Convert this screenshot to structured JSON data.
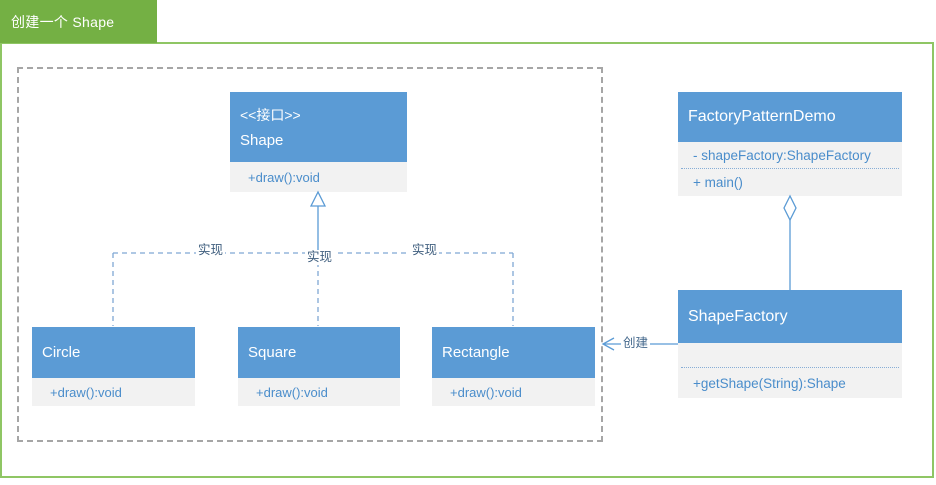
{
  "tab": {
    "title": "创建一个 Shape"
  },
  "colors": {
    "tab_green": "#74b044",
    "canvas_border_green": "#8fc664",
    "box_header_blue": "#5b9bd5",
    "box_body_gray": "#f2f2f2",
    "member_text_blue": "#4a8dcb",
    "connector_blue": "#5b9bd5",
    "dashed_connector_blue": "#7fa8d4",
    "group_border_gray": "#a6a6a6",
    "edge_label_color": "#3f5e7e"
  },
  "classes": {
    "shape": {
      "stereotype": "<<接口>>",
      "name": "Shape",
      "method": "+draw():void"
    },
    "circle": {
      "name": "Circle",
      "method": "+draw():void"
    },
    "square": {
      "name": "Square",
      "method": "+draw():void"
    },
    "rectangle": {
      "name": "Rectangle",
      "method": "+draw():void"
    },
    "factory_pattern_demo": {
      "name": "FactoryPatternDemo",
      "attribute": "- shapeFactory:ShapeFactory",
      "method": "+ main()"
    },
    "shape_factory": {
      "name": "ShapeFactory",
      "method": "+getShape(String):Shape"
    }
  },
  "edges": {
    "realization_label": "实现",
    "create_label": "创建"
  }
}
